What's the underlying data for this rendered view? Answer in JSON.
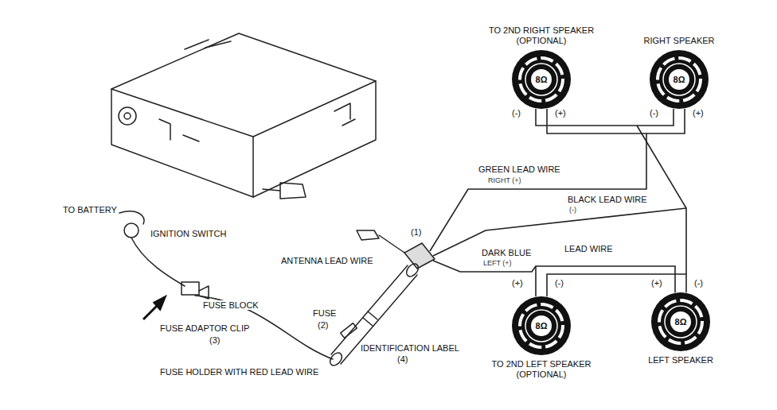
{
  "diagram": {
    "nodes": [
      {
        "text": [
          "TO 2ND RIGHT SPEAKER (OPTIONAL)",
          "8Ω"
        ]
      },
      {
        "text": [
          "RIGHT SPEAKER",
          "8Ω"
        ]
      },
      {
        "text": [
          "TO 2ND LEFT SPEAKER (OPTIONAL)",
          "8Ω"
        ]
      },
      {
        "text": [
          "LEFT SPEAKER",
          "8Ω"
        ]
      }
    ],
    "edges": [
      {
        "from": 0,
        "to": 1,
        "arrow": "none"
      },
      {
        "from": 0,
        "to": 1,
        "arrow": "none"
      },
      {
        "from": 2,
        "to": 3,
        "arrow": "none"
      },
      {
        "from": 2,
        "to": 3,
        "arrow": "none"
      }
    ],
    "labels": [
      "(-)",
      "(+)",
      "(-)",
      "(+)",
      "GREEN LEAD WIRE",
      "RIGHT (+)",
      "BLACK LEAD WIRE",
      "(-)",
      "DARK BLUE",
      "LEFT (+)",
      "LEAD WIRE",
      "(1)",
      "ANTENNA LEAD WIRE",
      "(+)",
      "(-)",
      "(+)",
      "(-)",
      "TO BATTERY",
      "IGNITION SWITCH",
      "FUSE BLOCK",
      "FUSE ADAPTOR CLIP",
      "(3)",
      "FUSE",
      "(2)",
      "IDENTIFICATION LABEL",
      "(4)",
      "FUSE HOLDER WITH RED LEAD WIRE"
    ]
  }
}
